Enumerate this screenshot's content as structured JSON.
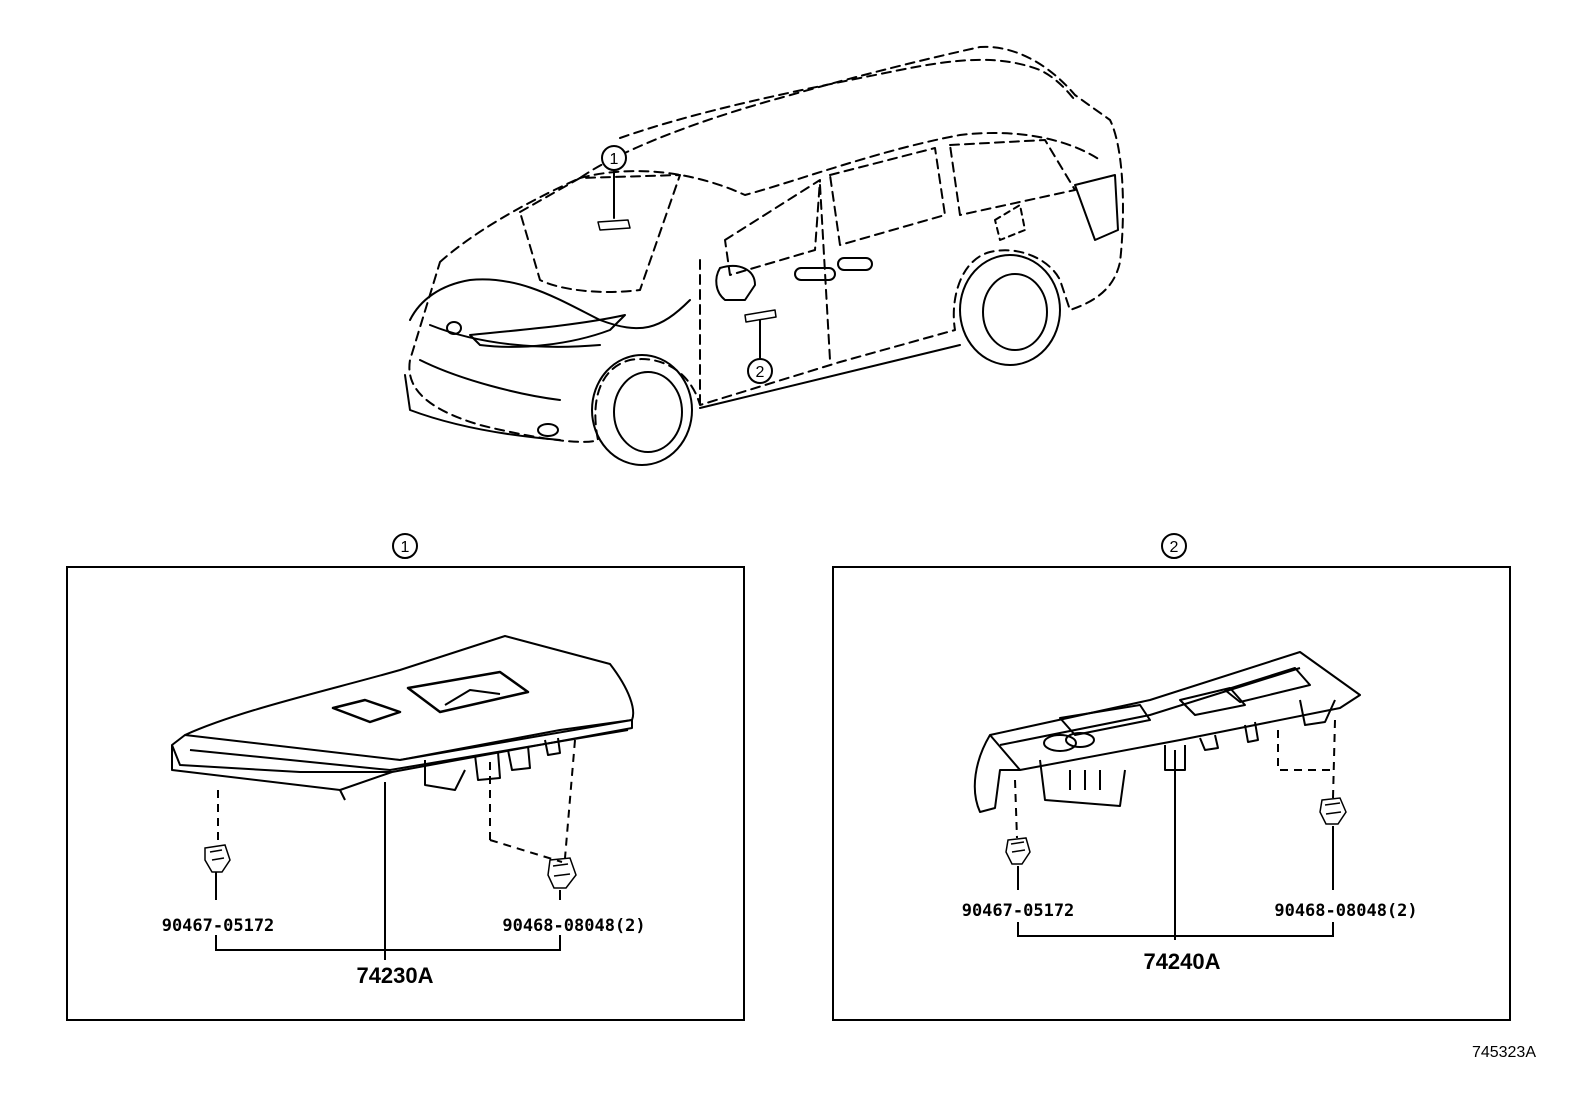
{
  "callouts": {
    "c1": "1",
    "c2": "2"
  },
  "panel1": {
    "marker": "1",
    "left_part": "90467-05172",
    "right_part": "90468-08048(2)",
    "assembly": "74230A"
  },
  "panel2": {
    "marker": "2",
    "left_part": "90467-05172",
    "right_part": "90468-08048(2)",
    "assembly": "74240A"
  },
  "illustration_code": "745323A",
  "icons": {
    "vehicle": "minivan-outline",
    "switch_base_front": "window-switch-base-front",
    "switch_base_rear": "window-switch-base-rear",
    "clip": "retaining-clip"
  }
}
